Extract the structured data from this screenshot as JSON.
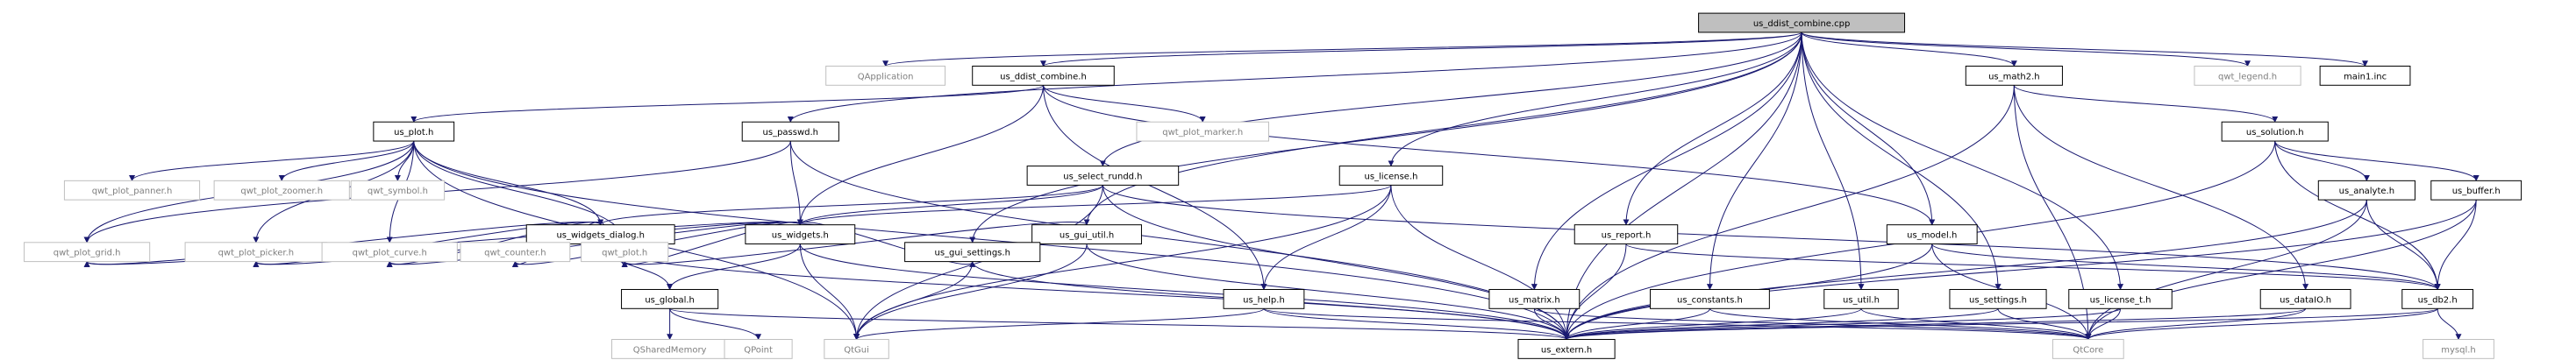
{
  "graph": {
    "root": "us_ddist_combine.cpp",
    "colors": {
      "edge": "#191970",
      "box_border": "#000000",
      "missing_border": "#bfbfbf",
      "root_fill": "#bfbfbf",
      "text": "#000000",
      "missing_text": "#7f7f7f"
    },
    "nodes": [
      {
        "id": "root",
        "label": "us_ddist_combine.cpp",
        "kind": "root"
      },
      {
        "id": "qapplication",
        "label": "QApplication",
        "kind": "external"
      },
      {
        "id": "ddist_h",
        "label": "us_ddist_combine.h",
        "kind": "file"
      },
      {
        "id": "passwd",
        "label": "us_passwd.h",
        "kind": "file"
      },
      {
        "id": "select_rundd",
        "label": "us_select_rundd.h",
        "kind": "file"
      },
      {
        "id": "license",
        "label": "us_license.h",
        "kind": "file"
      },
      {
        "id": "math2",
        "label": "us_math2.h",
        "kind": "file"
      },
      {
        "id": "qwt_legend",
        "label": "qwt_legend.h",
        "kind": "external"
      },
      {
        "id": "main1",
        "label": "main1.inc",
        "kind": "file"
      },
      {
        "id": "us_plot",
        "label": "us_plot.h",
        "kind": "file"
      },
      {
        "id": "qwt_plot_marker",
        "label": "qwt_plot_marker.h",
        "kind": "external"
      },
      {
        "id": "solution",
        "label": "us_solution.h",
        "kind": "file"
      },
      {
        "id": "qwt_plot_panner",
        "label": "qwt_plot_panner.h",
        "kind": "external"
      },
      {
        "id": "qwt_plot_zoomer",
        "label": "qwt_plot_zoomer.h",
        "kind": "external"
      },
      {
        "id": "qwt_symbol",
        "label": "qwt_symbol.h",
        "kind": "external"
      },
      {
        "id": "widgets_dialog",
        "label": "us_widgets_dialog.h",
        "kind": "file"
      },
      {
        "id": "widgets",
        "label": "us_widgets.h",
        "kind": "file"
      },
      {
        "id": "gui_util",
        "label": "us_gui_util.h",
        "kind": "file"
      },
      {
        "id": "report",
        "label": "us_report.h",
        "kind": "file"
      },
      {
        "id": "model",
        "label": "us_model.h",
        "kind": "file"
      },
      {
        "id": "analyte",
        "label": "us_analyte.h",
        "kind": "file"
      },
      {
        "id": "buffer",
        "label": "us_buffer.h",
        "kind": "file"
      },
      {
        "id": "qwt_plot_grid",
        "label": "qwt_plot_grid.h",
        "kind": "external"
      },
      {
        "id": "qwt_plot_picker",
        "label": "qwt_plot_picker.h",
        "kind": "external"
      },
      {
        "id": "qwt_plot_curve",
        "label": "qwt_plot_curve.h",
        "kind": "external"
      },
      {
        "id": "qwt_counter",
        "label": "qwt_counter.h",
        "kind": "external"
      },
      {
        "id": "qwt_plot",
        "label": "qwt_plot.h",
        "kind": "external"
      },
      {
        "id": "gui_settings",
        "label": "us_gui_settings.h",
        "kind": "file"
      },
      {
        "id": "global",
        "label": "us_global.h",
        "kind": "file"
      },
      {
        "id": "help",
        "label": "us_help.h",
        "kind": "file"
      },
      {
        "id": "matrix",
        "label": "us_matrix.h",
        "kind": "file"
      },
      {
        "id": "constants",
        "label": "us_constants.h",
        "kind": "file"
      },
      {
        "id": "util",
        "label": "us_util.h",
        "kind": "file"
      },
      {
        "id": "settings",
        "label": "us_settings.h",
        "kind": "file"
      },
      {
        "id": "license_t",
        "label": "us_license_t.h",
        "kind": "file"
      },
      {
        "id": "dataio",
        "label": "us_dataIO.h",
        "kind": "file"
      },
      {
        "id": "db2",
        "label": "us_db2.h",
        "kind": "file"
      },
      {
        "id": "qsharedmemory",
        "label": "QSharedMemory",
        "kind": "external"
      },
      {
        "id": "qpoint",
        "label": "QPoint",
        "kind": "external"
      },
      {
        "id": "qtgui",
        "label": "QtGui",
        "kind": "external"
      },
      {
        "id": "extern",
        "label": "us_extern.h",
        "kind": "file"
      },
      {
        "id": "qtcore",
        "label": "QtCore",
        "kind": "external"
      },
      {
        "id": "mysql",
        "label": "mysql.h",
        "kind": "external"
      }
    ],
    "edges": [
      [
        "root",
        "qapplication"
      ],
      [
        "root",
        "ddist_h"
      ],
      [
        "root",
        "passwd"
      ],
      [
        "root",
        "select_rundd"
      ],
      [
        "root",
        "license"
      ],
      [
        "root",
        "math2"
      ],
      [
        "root",
        "qwt_legend"
      ],
      [
        "root",
        "main1"
      ],
      [
        "root",
        "report"
      ],
      [
        "root",
        "model"
      ],
      [
        "root",
        "gui_settings"
      ],
      [
        "root",
        "gui_util"
      ],
      [
        "root",
        "matrix"
      ],
      [
        "root",
        "constants"
      ],
      [
        "root",
        "util"
      ],
      [
        "root",
        "settings"
      ],
      [
        "root",
        "license_t"
      ],
      [
        "root",
        "extern"
      ],
      [
        "ddist_h",
        "us_plot"
      ],
      [
        "ddist_h",
        "qwt_plot_marker"
      ],
      [
        "ddist_h",
        "widgets"
      ],
      [
        "ddist_h",
        "help"
      ],
      [
        "ddist_h",
        "model"
      ],
      [
        "passwd",
        "widgets"
      ],
      [
        "passwd",
        "extern"
      ],
      [
        "passwd",
        "qwt_plot_grid"
      ],
      [
        "select_rundd",
        "widgets"
      ],
      [
        "select_rundd",
        "widgets_dialog"
      ],
      [
        "select_rundd",
        "db2"
      ],
      [
        "select_rundd",
        "extern"
      ],
      [
        "select_rundd",
        "qtgui"
      ],
      [
        "license",
        "widgets"
      ],
      [
        "license",
        "help"
      ],
      [
        "license",
        "extern"
      ],
      [
        "license",
        "qtgui"
      ],
      [
        "math2",
        "solution"
      ],
      [
        "math2",
        "dataio"
      ],
      [
        "math2",
        "extern"
      ],
      [
        "math2",
        "qtcore"
      ],
      [
        "us_plot",
        "qwt_plot_panner"
      ],
      [
        "us_plot",
        "qwt_plot_zoomer"
      ],
      [
        "us_plot",
        "qwt_symbol"
      ],
      [
        "us_plot",
        "widgets_dialog"
      ],
      [
        "us_plot",
        "qwt_plot_grid"
      ],
      [
        "us_plot",
        "qwt_plot_picker"
      ],
      [
        "us_plot",
        "qwt_plot_curve"
      ],
      [
        "us_plot",
        "qwt_plot"
      ],
      [
        "us_plot",
        "extern"
      ],
      [
        "us_plot",
        "qtgui"
      ],
      [
        "solution",
        "analyte"
      ],
      [
        "solution",
        "buffer"
      ],
      [
        "solution",
        "db2"
      ],
      [
        "solution",
        "extern"
      ],
      [
        "widgets_dialog",
        "qwt_plot_grid"
      ],
      [
        "widgets_dialog",
        "qwt_plot_picker"
      ],
      [
        "widgets_dialog",
        "qwt_plot_curve"
      ],
      [
        "widgets_dialog",
        "qwt_counter"
      ],
      [
        "widgets_dialog",
        "qwt_plot"
      ],
      [
        "widgets_dialog",
        "global"
      ],
      [
        "widgets_dialog",
        "extern"
      ],
      [
        "widgets",
        "qwt_plot_grid"
      ],
      [
        "widgets",
        "qwt_plot_picker"
      ],
      [
        "widgets",
        "qwt_plot_curve"
      ],
      [
        "widgets",
        "qwt_counter"
      ],
      [
        "widgets",
        "qwt_plot"
      ],
      [
        "widgets",
        "gui_settings"
      ],
      [
        "widgets",
        "global"
      ],
      [
        "widgets",
        "extern"
      ],
      [
        "widgets",
        "qtgui"
      ],
      [
        "gui_util",
        "qwt_plot"
      ],
      [
        "gui_util",
        "extern"
      ],
      [
        "gui_util",
        "qtgui"
      ],
      [
        "report",
        "db2"
      ],
      [
        "report",
        "extern"
      ],
      [
        "model",
        "db2"
      ],
      [
        "model",
        "extern"
      ],
      [
        "model",
        "qtcore"
      ],
      [
        "analyte",
        "db2"
      ],
      [
        "analyte",
        "extern"
      ],
      [
        "analyte",
        "qtcore"
      ],
      [
        "buffer",
        "db2"
      ],
      [
        "buffer",
        "extern"
      ],
      [
        "buffer",
        "qtcore"
      ],
      [
        "gui_settings",
        "extern"
      ],
      [
        "gui_settings",
        "qtgui"
      ],
      [
        "global",
        "qsharedmemory"
      ],
      [
        "global",
        "qpoint"
      ],
      [
        "global",
        "extern"
      ],
      [
        "help",
        "extern"
      ],
      [
        "help",
        "qtgui"
      ],
      [
        "help",
        "qtcore"
      ],
      [
        "matrix",
        "extern"
      ],
      [
        "matrix",
        "qtcore"
      ],
      [
        "constants",
        "extern"
      ],
      [
        "constants",
        "qtcore"
      ],
      [
        "util",
        "extern"
      ],
      [
        "util",
        "qtcore"
      ],
      [
        "settings",
        "extern"
      ],
      [
        "settings",
        "qtcore"
      ],
      [
        "license_t",
        "extern"
      ],
      [
        "license_t",
        "qtcore"
      ],
      [
        "dataio",
        "extern"
      ],
      [
        "dataio",
        "qtcore"
      ],
      [
        "db2",
        "extern"
      ],
      [
        "db2",
        "qtcore"
      ],
      [
        "db2",
        "mysql"
      ]
    ]
  }
}
